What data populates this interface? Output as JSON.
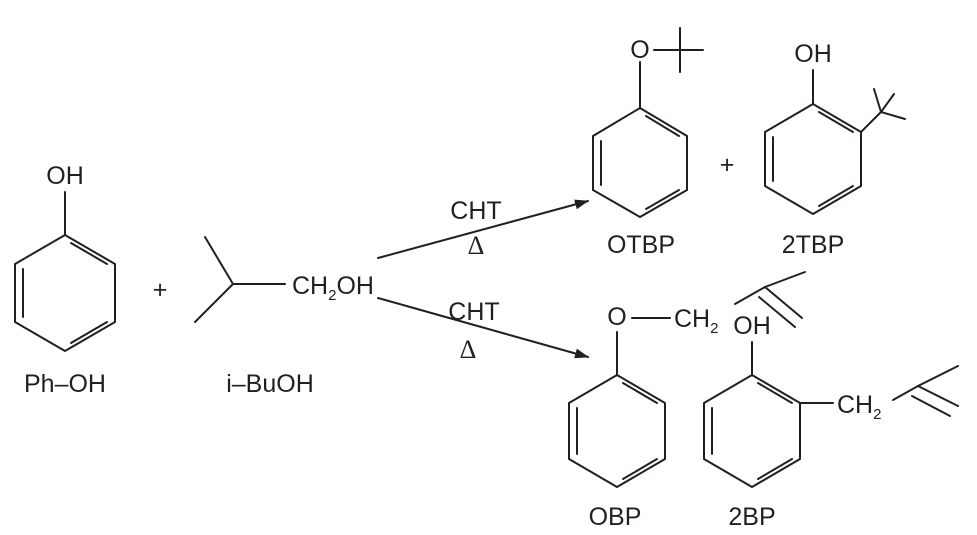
{
  "reactants": {
    "phenol": {
      "oh": "OH",
      "name": "Ph–OH"
    },
    "plus": "+",
    "isobutanol": {
      "ch": "CH",
      "sub": "2",
      "oh": "OH",
      "name": "i–BuOH"
    }
  },
  "upper_arrow": {
    "reagent": "CHT",
    "condition": "Δ"
  },
  "lower_arrow": {
    "reagent": "CHT",
    "condition": "Δ"
  },
  "products_top": {
    "otbp": {
      "o": "O",
      "name": "OTBP"
    },
    "plus": "+",
    "twotbp": {
      "oh": "OH",
      "name": "2TBP"
    }
  },
  "products_bottom": {
    "obp": {
      "o": "O",
      "ch": "CH",
      "sub": "2",
      "name": "OBP"
    },
    "twobp": {
      "oh": "OH",
      "ch": "CH",
      "sub": "2",
      "name": "2BP"
    }
  }
}
